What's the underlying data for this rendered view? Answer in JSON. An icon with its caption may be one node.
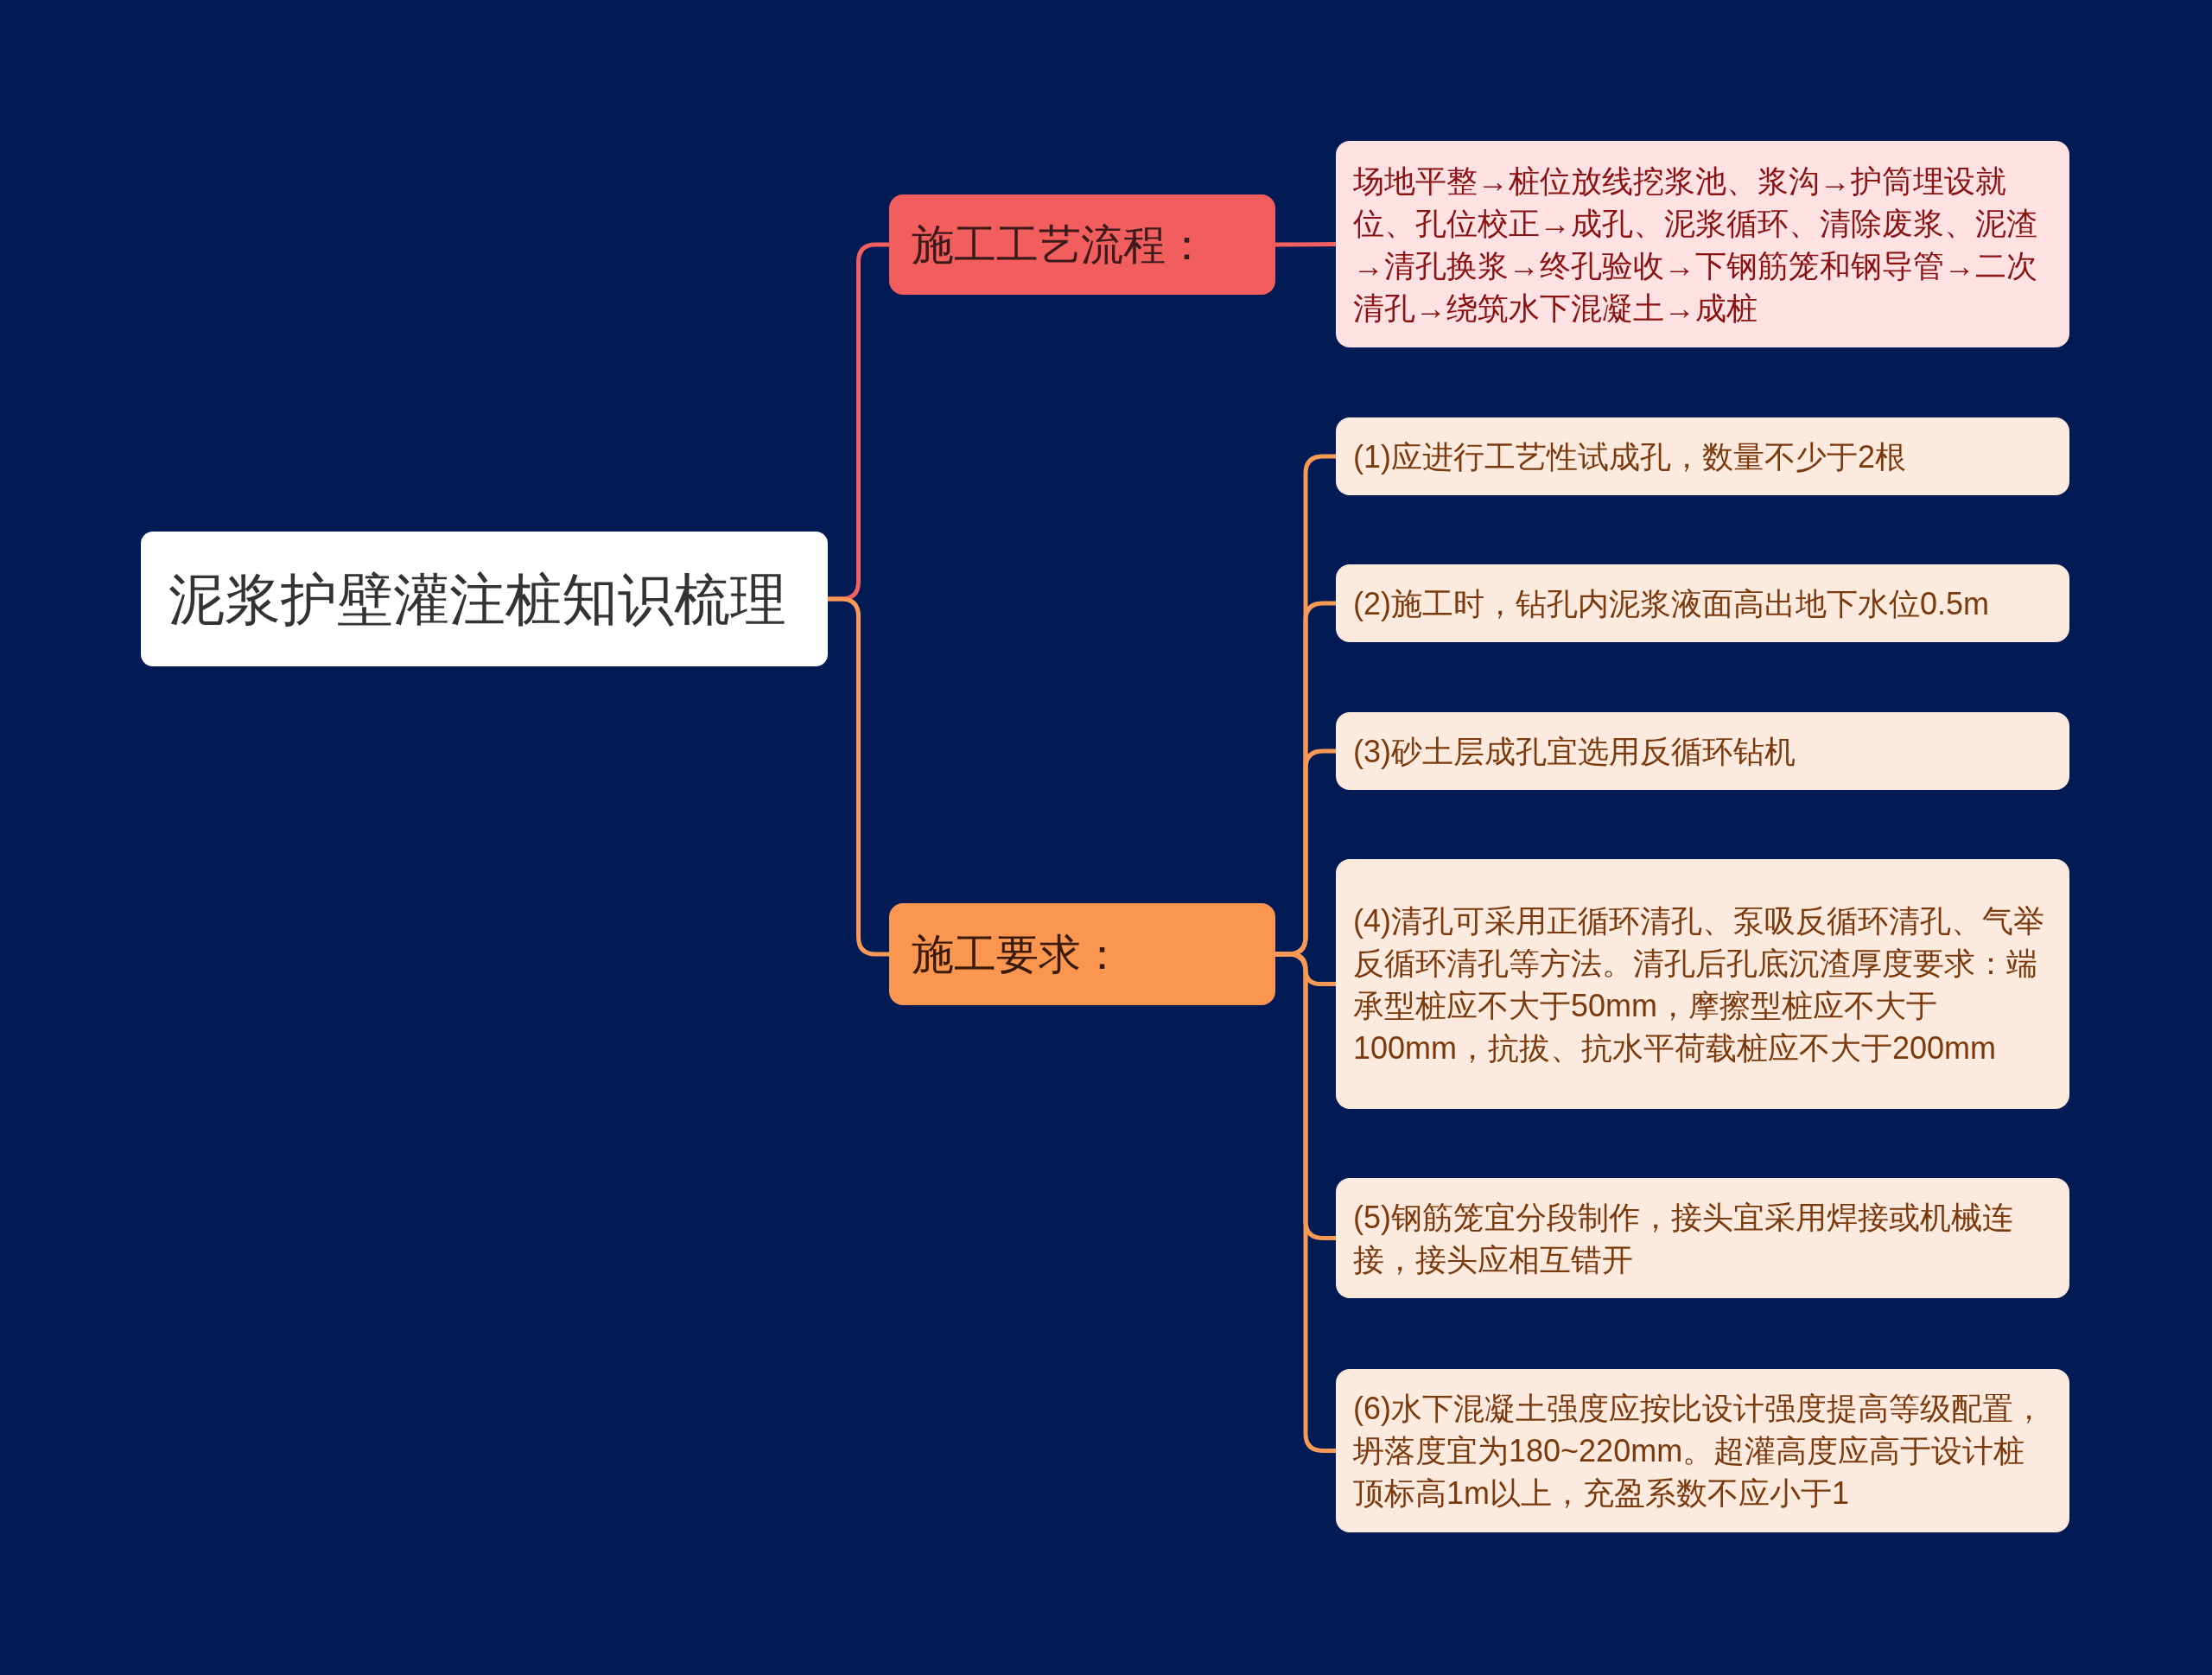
{
  "diagram": {
    "nodes": [
      {
        "text": [
          "泥浆护壁灌注桩知识梳理"
        ]
      },
      {
        "text": [
          "施工工艺流程："
        ]
      },
      {
        "text": [
          "场地平整→桩位放线挖浆池、浆沟→护筒埋设就位、孔位校正→成孔、泥浆循环、清除废浆、泥渣→清孔换浆→终孔验收→下钢筋笼和钢导管→二次清孔→绕筑水下混凝土→成桩"
        ]
      },
      {
        "text": [
          "施工要求："
        ]
      },
      {
        "text": [
          "(1)应进行工艺性试成孔，数量不少于2根"
        ]
      },
      {
        "text": [
          "(2)施工时，钻孔内泥浆液面高出地下水位0.5m"
        ]
      },
      {
        "text": [
          "(3)砂土层成孔宜选用反循环钻机"
        ]
      },
      {
        "text": [
          "(4)清孔可采用正循环清孔、泵吸反循环清孔、气举反循环清孔等方法。清孔后孔底沉渣厚度要求：端承型桩应不大于50mm，摩擦型桩应不大于100mm，抗拔、抗水平荷载桩应不大于200mm"
        ]
      },
      {
        "text": [
          "(5)钢筋笼宜分段制作，接头宜采用焊接或机械连接，接头应相互错开"
        ]
      },
      {
        "text": [
          "(6)水下混凝土强度应按比设计强度提高等级配置，坍落度宜为180~220mm。超灌高度应高于设计桩顶标高1m以上，充盈系数不应小于1"
        ]
      }
    ],
    "edges": [
      {
        "from": 0,
        "to": 1,
        "arrow": "none",
        "color": "#f0605e"
      },
      {
        "from": 1,
        "to": 2,
        "arrow": "none",
        "color": "#f0605e"
      },
      {
        "from": 0,
        "to": 3,
        "arrow": "none"
      },
      {
        "from": 3,
        "to": 4,
        "arrow": "none"
      },
      {
        "from": 3,
        "to": 5,
        "arrow": "none"
      },
      {
        "from": 3,
        "to": 6,
        "arrow": "none"
      },
      {
        "from": 3,
        "to": 7,
        "arrow": "none"
      },
      {
        "from": 3,
        "to": 8,
        "arrow": "none"
      },
      {
        "from": 3,
        "to": 9,
        "arrow": "none"
      }
    ]
  }
}
